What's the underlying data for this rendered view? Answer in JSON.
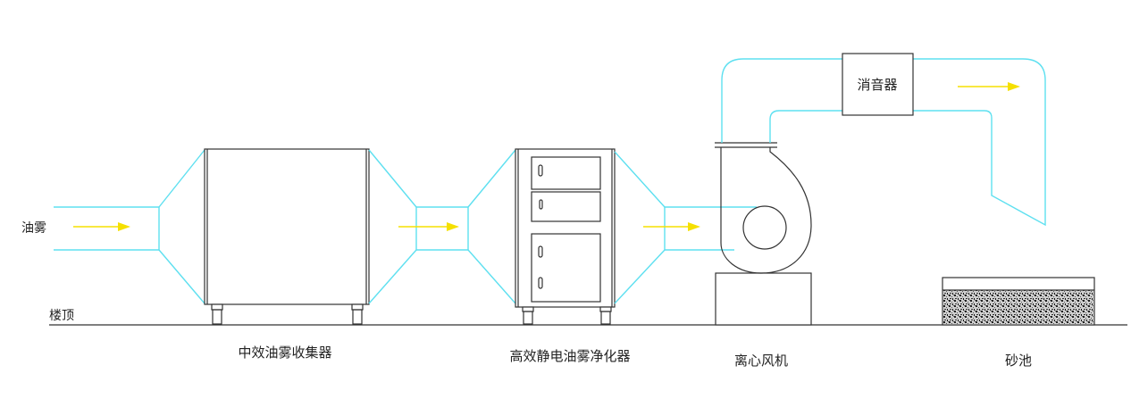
{
  "colors": {
    "duct": "#5ee0f0",
    "arrow": "#f5e000",
    "line": "#333333"
  },
  "labels": {
    "inlet": "油雾",
    "rooftop": "楼顶",
    "silencer": "消音器",
    "collector": "中效油雾收集器",
    "purifier": "高效静电油雾净化器",
    "fan": "离心风机",
    "sand_pool": "砂池"
  }
}
